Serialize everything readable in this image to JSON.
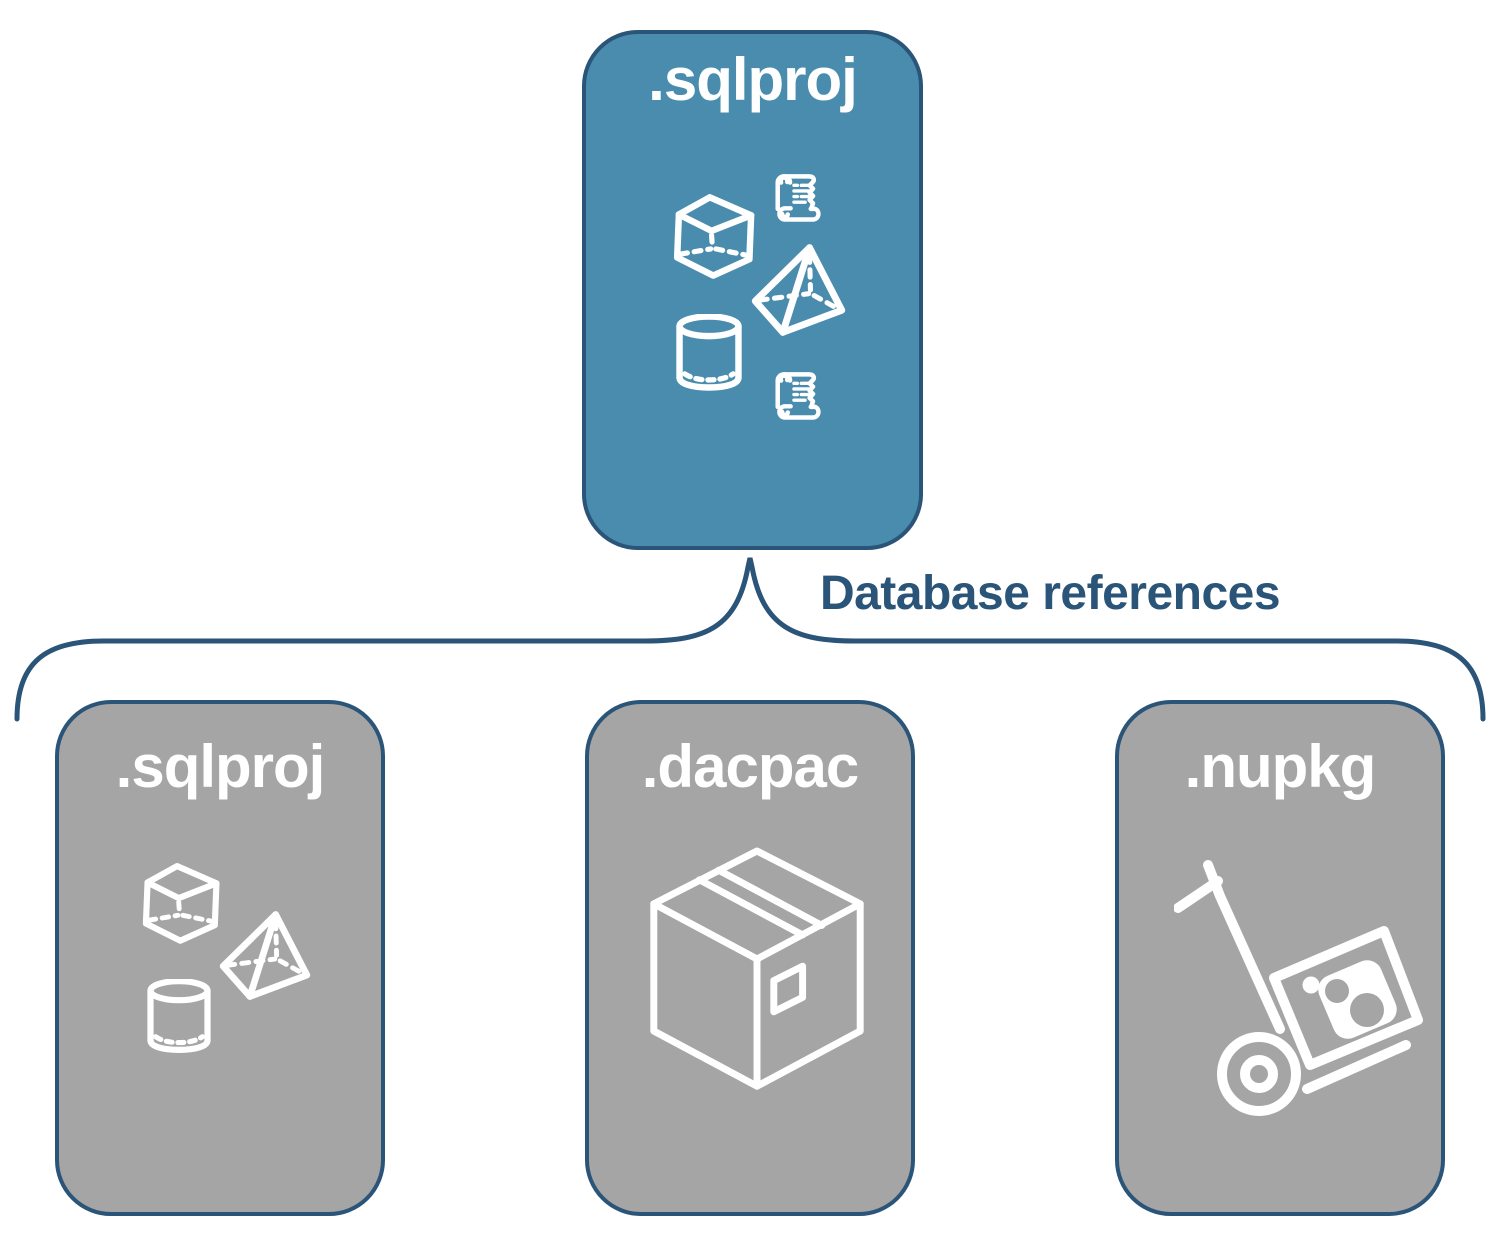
{
  "diagram": {
    "root_card": {
      "title": ".sqlproj",
      "icons": [
        "scroll-icon",
        "cube-icon",
        "pyramid-icon",
        "cylinder-icon",
        "scroll-icon"
      ]
    },
    "connector_label": "Database references",
    "child_cards": [
      {
        "title": ".sqlproj",
        "icons": [
          "cube-icon",
          "pyramid-icon",
          "cylinder-icon"
        ]
      },
      {
        "title": ".dacpac",
        "icons": [
          "package-box-icon"
        ]
      },
      {
        "title": ".nupkg",
        "icons": [
          "nuget-hand-truck-icon"
        ]
      }
    ],
    "colors": {
      "background": "#ffffff",
      "root_fill": "#4a8cad",
      "child_fill": "#a5a5a5",
      "accent": "#2a5478",
      "icon": "#ffffff"
    }
  }
}
